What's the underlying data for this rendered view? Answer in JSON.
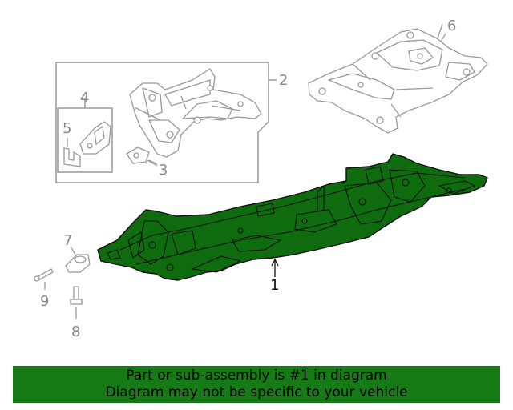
{
  "callouts": {
    "c1": "1",
    "c2": "2",
    "c3": "3",
    "c4": "4",
    "c5": "5",
    "c6": "6",
    "c7": "7",
    "c8": "8",
    "c9": "9"
  },
  "highlighted_part": "1",
  "colors": {
    "highlight": "#0e6b0e",
    "banner": "#167b16",
    "line_gray": "#999999",
    "line_dark": "#111111"
  },
  "banner": {
    "line1": "Part or sub-assembly is #1 in diagram",
    "line2": "Diagram may not be specific to your vehicle"
  }
}
